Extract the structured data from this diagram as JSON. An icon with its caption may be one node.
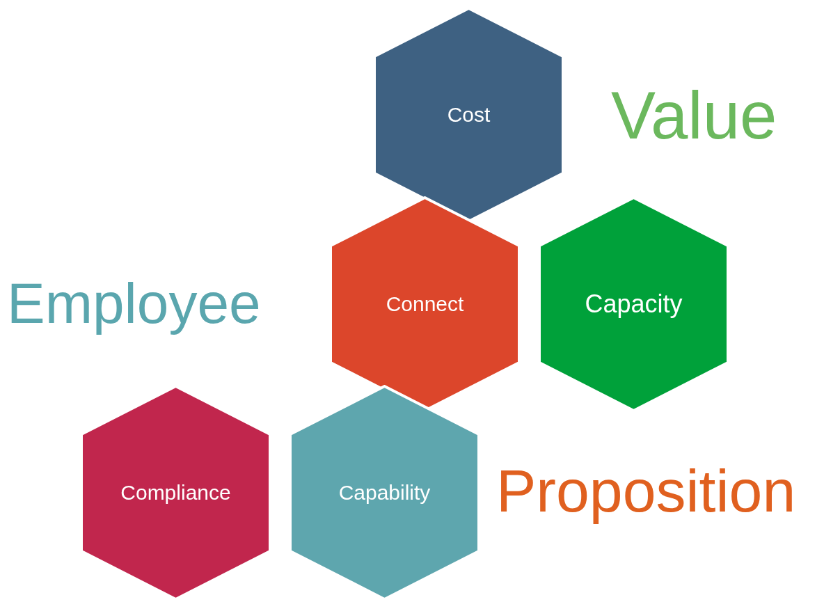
{
  "diagram": {
    "nodes": [
      {
        "text": [
          "Cost"
        ]
      },
      {
        "text": [
          "Connect"
        ]
      },
      {
        "text": [
          "Capacity"
        ]
      },
      {
        "text": [
          "Compliance"
        ]
      },
      {
        "text": [
          "Capability"
        ]
      }
    ],
    "labels": [
      "Value",
      "Employee",
      "Proposition"
    ]
  }
}
